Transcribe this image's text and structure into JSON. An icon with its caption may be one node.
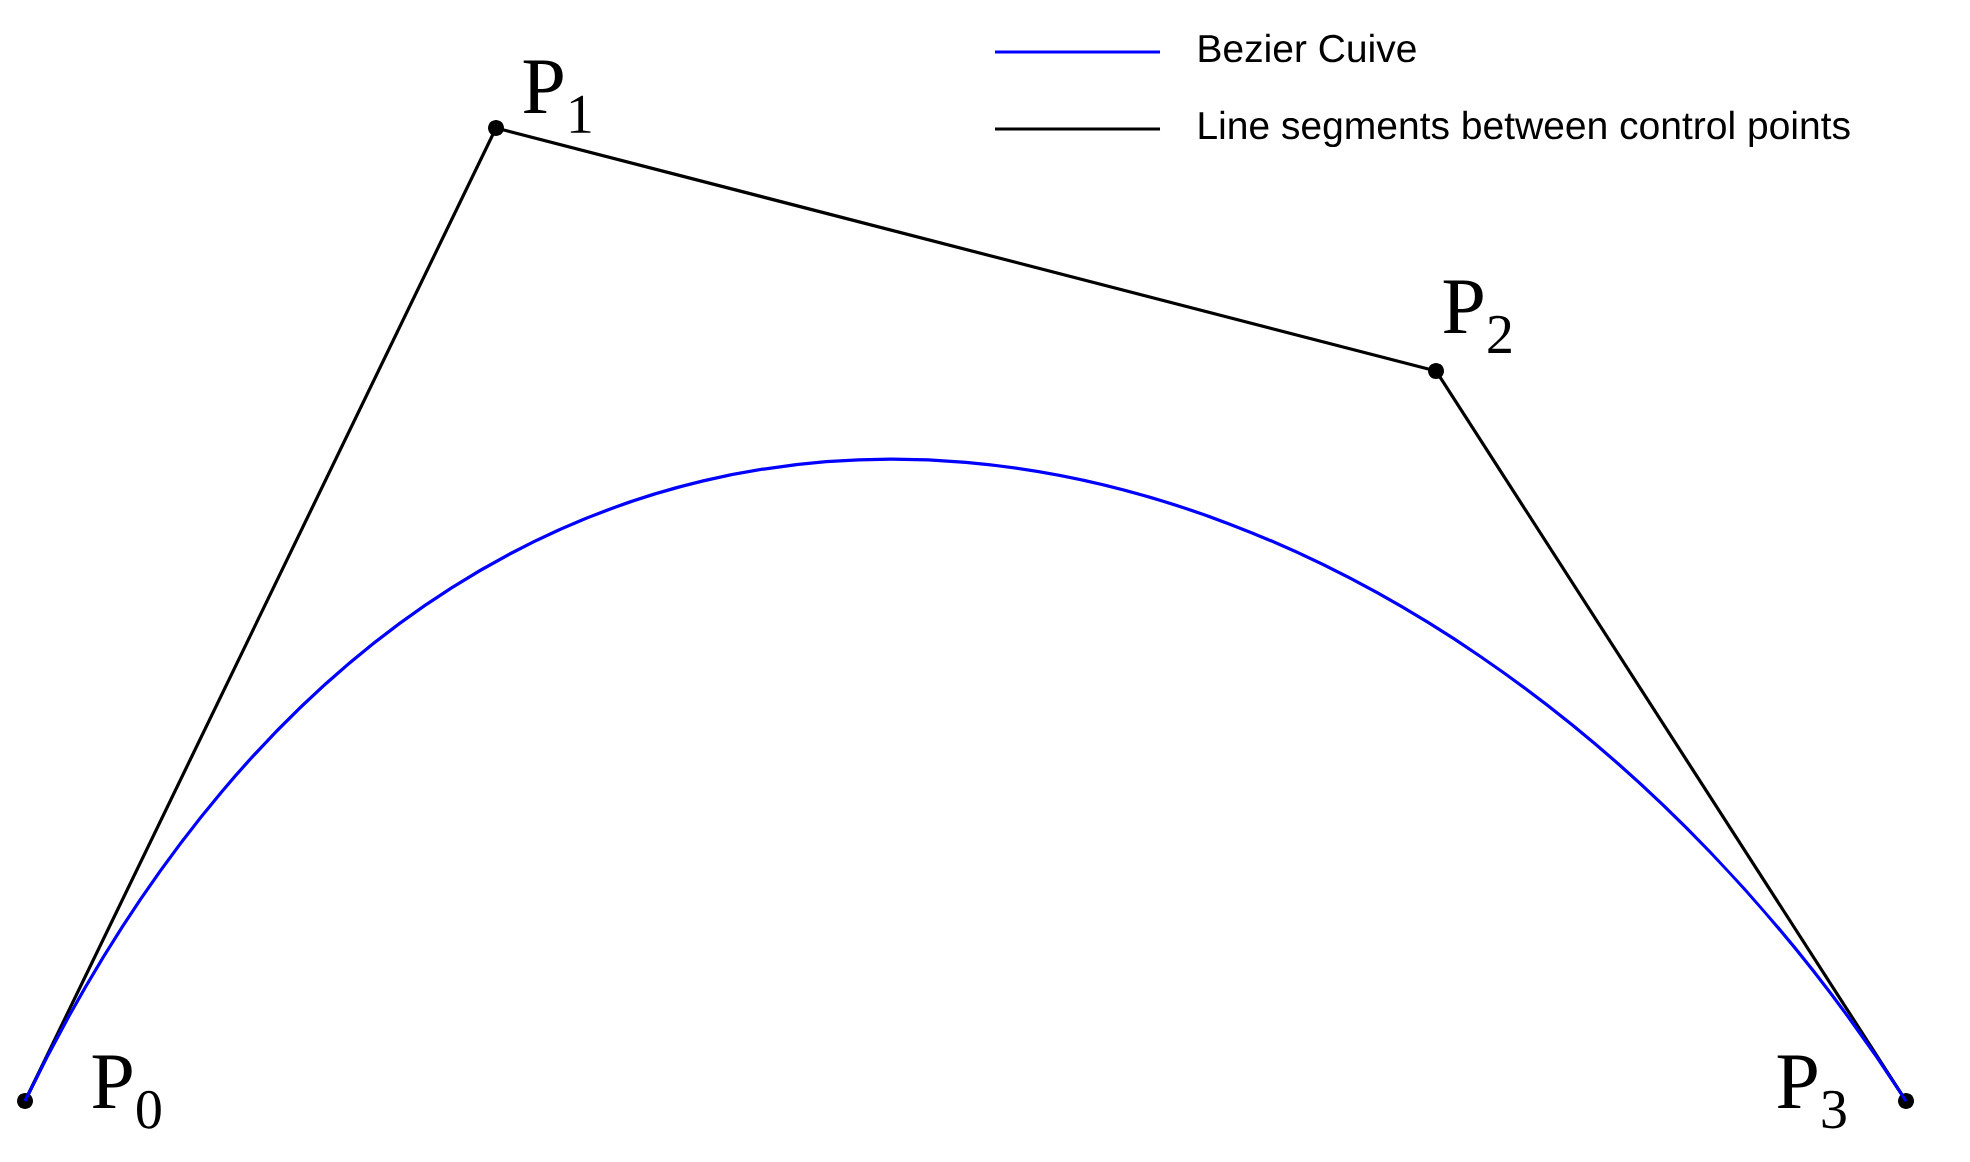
{
  "diagram": {
    "nodes": [
      {
        "text": [
          "P$_{0}$"
        ]
      },
      {
        "text": [
          "P$_{1}$"
        ]
      },
      {
        "text": [
          "P$_{2}$"
        ]
      },
      {
        "text": [
          "P$_{3}$"
        ]
      }
    ],
    "edges": [
      {
        "from": 0,
        "to": 1,
        "arrow": "none"
      },
      {
        "from": 1,
        "to": 2,
        "arrow": "none"
      },
      {
        "from": 2,
        "to": 3,
        "arrow": "none"
      },
      {
        "from": 0,
        "to": 3,
        "arrow": "none",
        "color": "#0000ff"
      }
    ],
    "legend": [
      {
        "text": "Bezier Cuive"
      },
      {
        "text": "Line segments between control points"
      }
    ]
  }
}
